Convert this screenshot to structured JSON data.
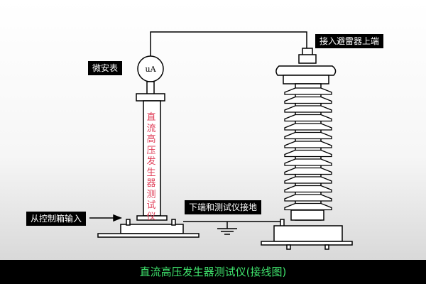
{
  "labels": {
    "ammeter": "微安表",
    "arrester_top": "接入避雷器上端",
    "control_input": "从控制箱输入",
    "ground_note": "下端和测试仪接地"
  },
  "meter_symbol": "uA",
  "generator_column_text": "直流高压发生器测试仪",
  "caption": "直流高压发生器测试仪(接线图)",
  "colors": {
    "caption_text": "#3fe26c",
    "column_text": "#e0405a",
    "label_bg": "#000000",
    "label_text": "#ffffff"
  }
}
